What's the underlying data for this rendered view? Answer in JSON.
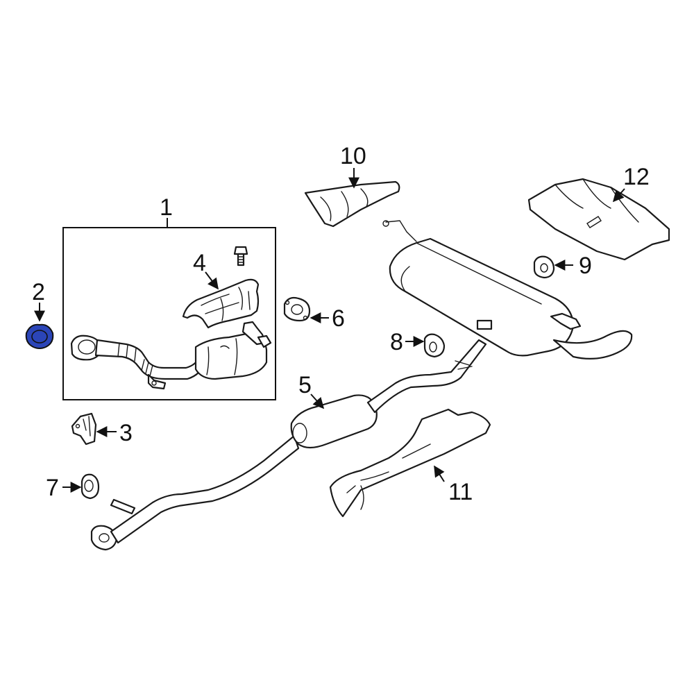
{
  "diagram": {
    "highlight_color": "#2b45b8",
    "callouts": {
      "c1": "1",
      "c2": "2",
      "c3": "3",
      "c4": "4",
      "c5": "5",
      "c6": "6",
      "c7": "7",
      "c8": "8",
      "c9": "9",
      "c10": "10",
      "c11": "11",
      "c12": "12"
    }
  }
}
